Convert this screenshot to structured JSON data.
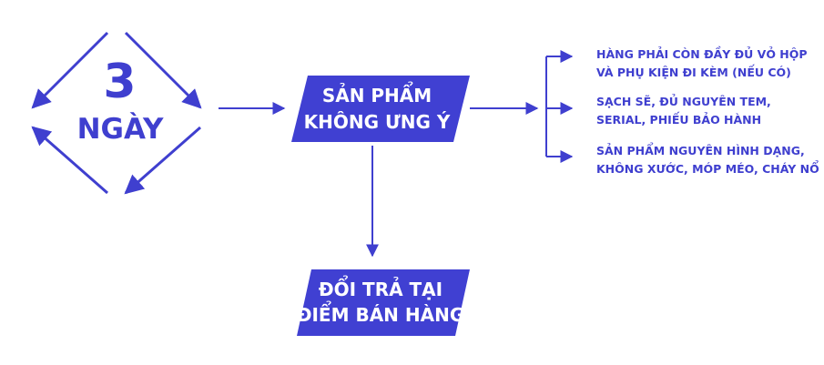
{
  "diagram": {
    "accent_color": "#3f3fcf",
    "duration": {
      "number": "3",
      "unit": "NGÀY"
    },
    "box_unsatisfied": {
      "line1": "SẢN PHẨM",
      "line2": "KHÔNG ƯNG Ý"
    },
    "box_return": {
      "line1": "ĐỔI TRẢ TẠI",
      "line2": "ĐIỂM BÁN HÀNG"
    },
    "conditions": [
      {
        "line1": "HÀNG PHẢI CÒN ĐẦY ĐỦ VỎ HỘP",
        "line2": "VÀ PHỤ KIỆN ĐI KÈM (NẾU CÓ)"
      },
      {
        "line1": "SẠCH SẼ, ĐỦ NGUYÊN TEM,",
        "line2": "SERIAL, PHIẾU BẢO HÀNH"
      },
      {
        "line1": "SẢN PHẨM NGUYÊN HÌNH DẠNG,",
        "line2": "KHÔNG XƯỚC, MÓP MÉO, CHÁY NỔ ..."
      }
    ]
  }
}
